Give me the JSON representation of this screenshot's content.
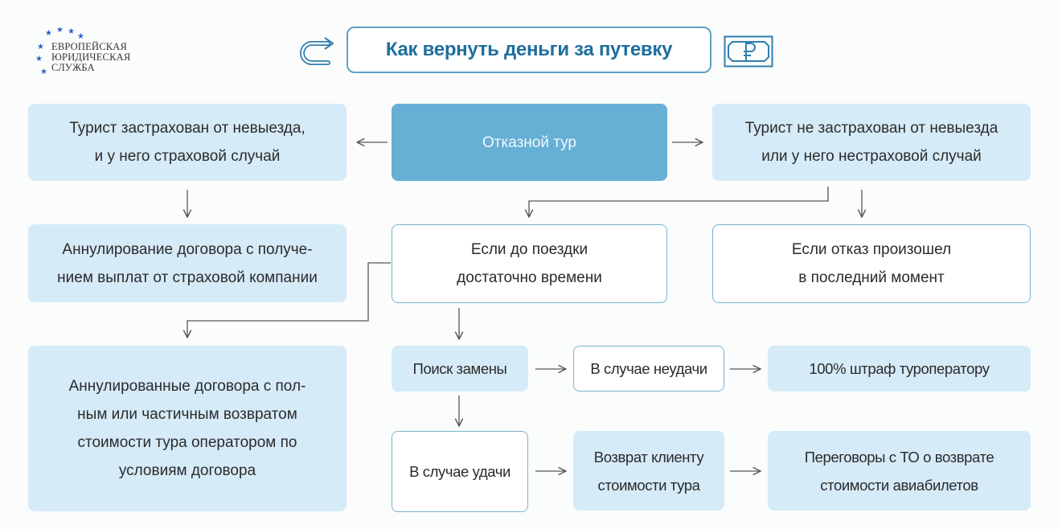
{
  "logo": {
    "lines": [
      "ЕВРОПЕЙСКАЯ",
      "ЮРИДИЧЕСКАЯ",
      "СЛУЖБА"
    ]
  },
  "header": {
    "title": "Как вернуть деньги за путевку",
    "left_icon": "redo-arrow-icon",
    "right_icon": "ruble-banknote-icon"
  },
  "colors": {
    "accent": "#1e6e9e",
    "dark_node": "#66afd5",
    "light_node": "#d5ebf7",
    "outline": "#78b3d4"
  },
  "nodes": {
    "root": "Отказной тур",
    "insured": [
      "Турист застрахован от невыезда,",
      "и у него страховой случай"
    ],
    "not_insured": [
      "Турист не застрахован от невыезда",
      "или у него нестраховой случай"
    ],
    "annul_insurance": [
      "Аннулирование договора с получе-",
      "нием выплат от страховой компании"
    ],
    "enough_time": [
      "Если до поездки",
      "достаточно времени"
    ],
    "last_moment": [
      "Если отказ произошел",
      "в последний момент"
    ],
    "annul_refund": [
      "Аннулированные договора с пол-",
      "ным или частичным возвратом",
      "стоимости тура оператором по",
      "условиям договора"
    ],
    "search_replacement": "Поиск замены",
    "failure": "В случае неудачи",
    "penalty": "100% штраф туроператору",
    "success": "В случае удачи",
    "refund_client": [
      "Возврат клиенту",
      "стоимости тура"
    ],
    "negotiations": [
      "Переговоры с ТО о возврате",
      "стоимости авиабилетов"
    ]
  }
}
